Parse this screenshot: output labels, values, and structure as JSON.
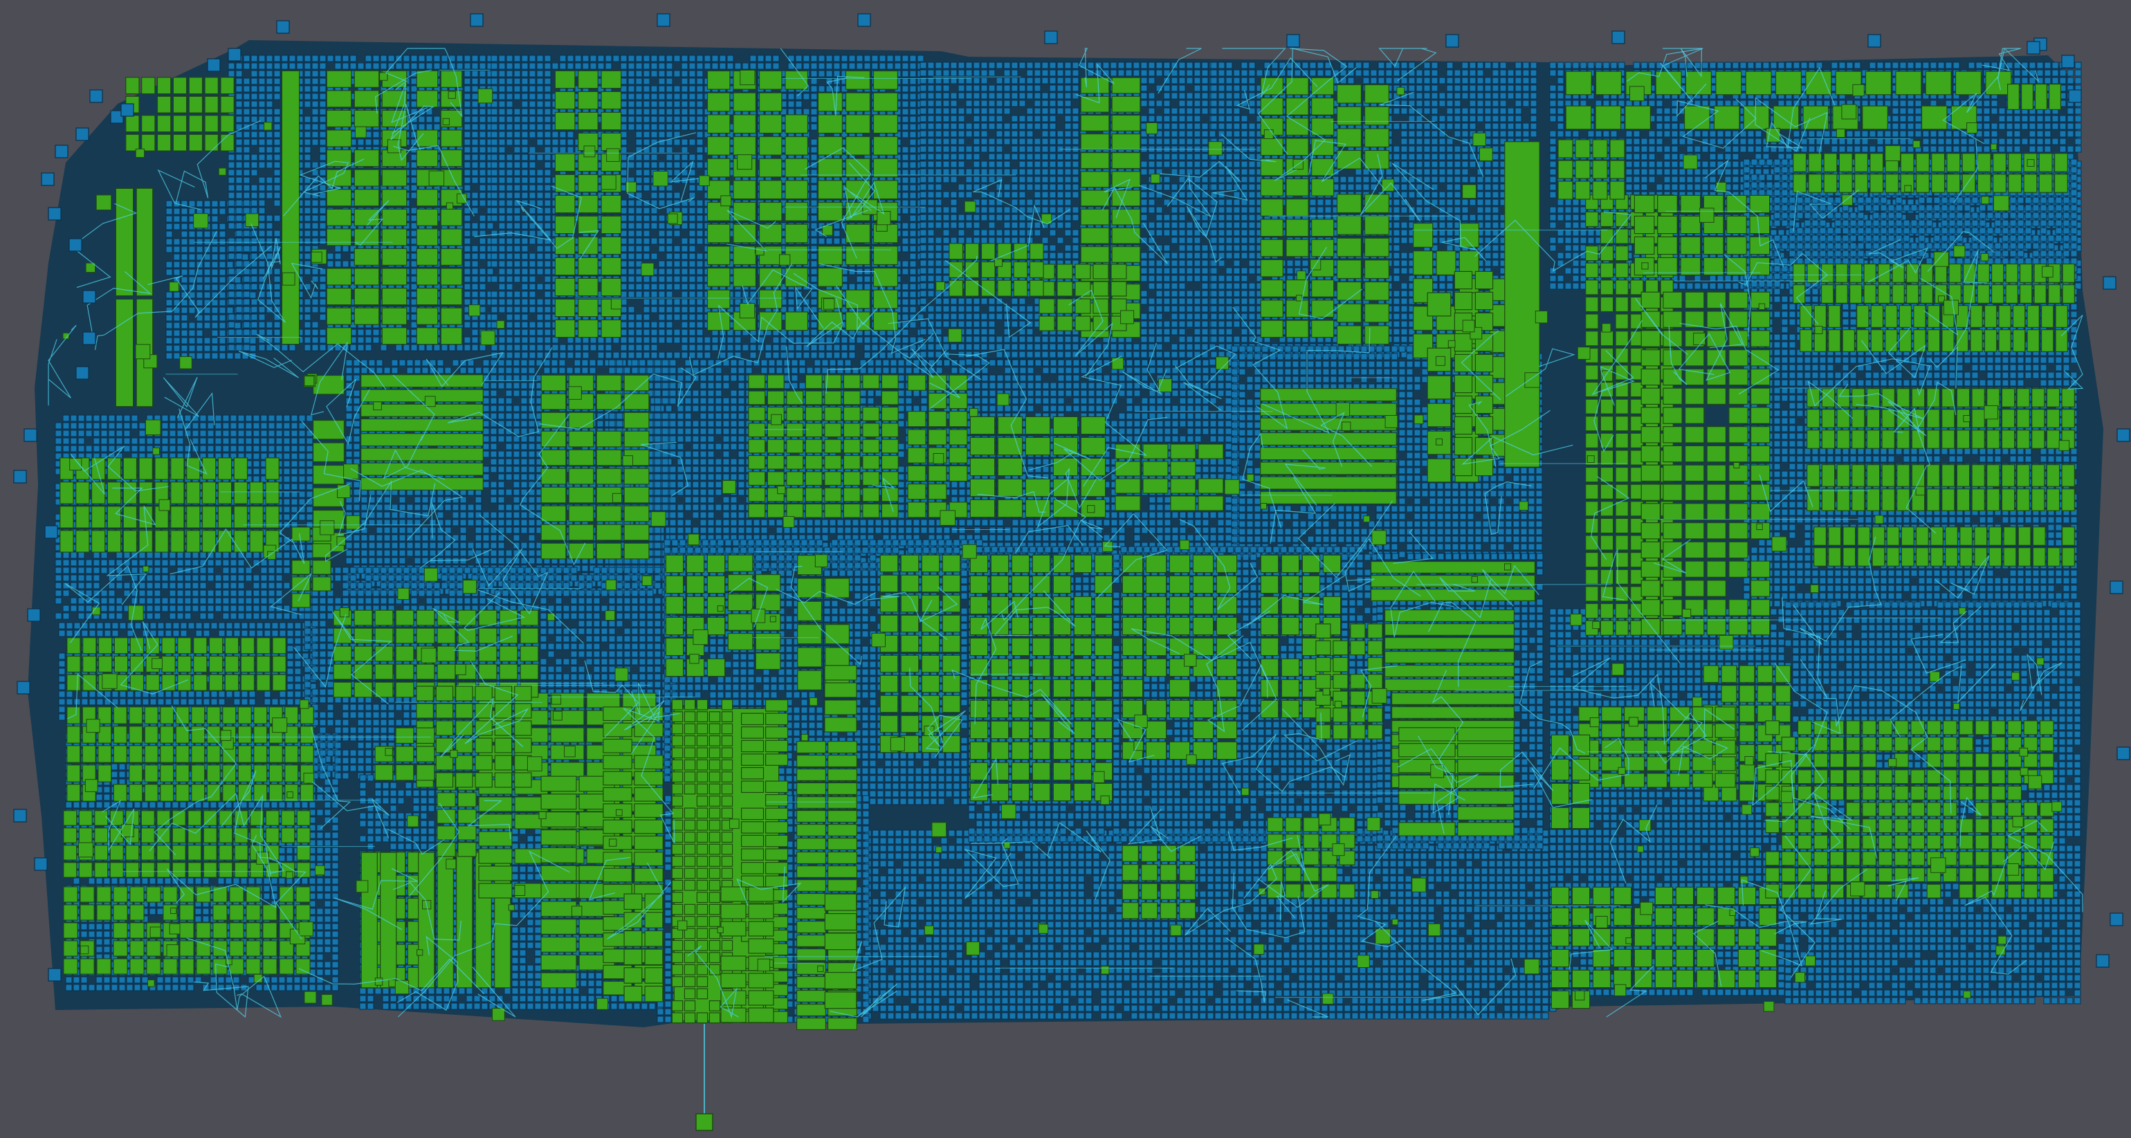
{
  "colors": {
    "background": "#4d4d55",
    "component_fill": "#3ea81c",
    "component_stroke": "#1d4a10",
    "cell_fill": "#1577b0",
    "cell_stroke": "#0b2f4a",
    "wire": "#4fd3ef",
    "input_terminal": "#3ea81c"
  },
  "icons": {
    "component": "green-square-block",
    "cell": "blue-square-cell",
    "wire": "cyan-wire-line",
    "input_pin": "green-pin-square"
  }
}
